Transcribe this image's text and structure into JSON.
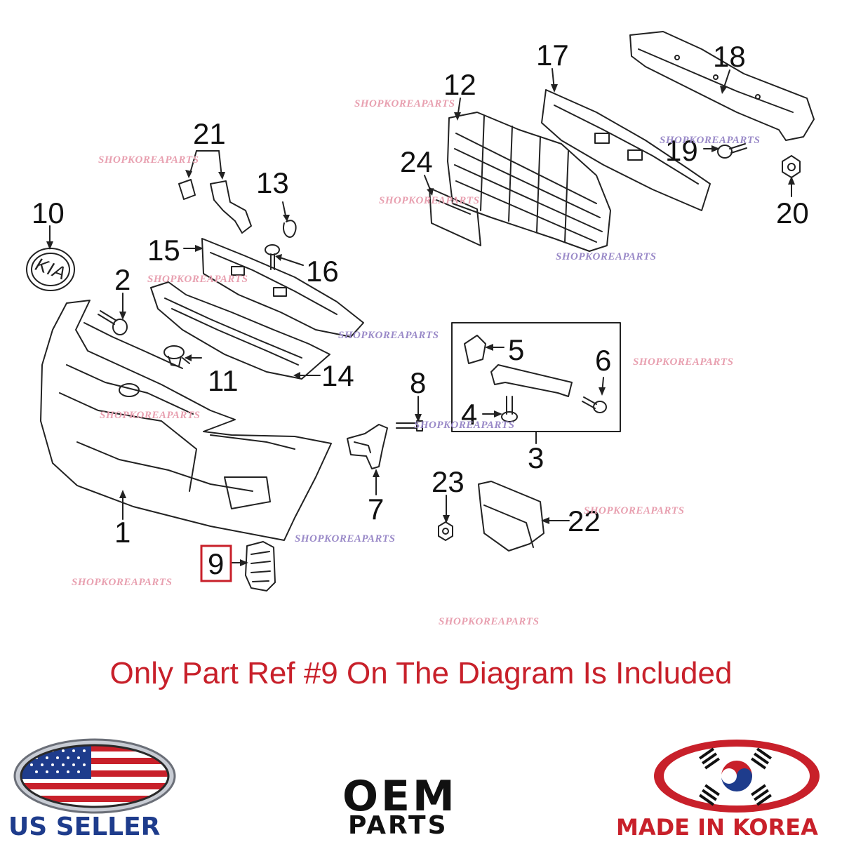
{
  "callouts": {
    "c1": "1",
    "c2": "2",
    "c3": "3",
    "c4": "4",
    "c5": "5",
    "c6": "6",
    "c7": "7",
    "c8": "8",
    "c9": "9",
    "c10": "10",
    "c11": "11",
    "c12": "12",
    "c13": "13",
    "c14": "14",
    "c15": "15",
    "c16": "16",
    "c17": "17",
    "c18": "18",
    "c19": "19",
    "c20": "20",
    "c21": "21",
    "c22": "22",
    "c23": "23",
    "c24": "24"
  },
  "watermark": "SHOPKOREAPARTS",
  "notice": "Only Part Ref #9 On The Diagram Is Included",
  "badges": {
    "us_seller": "US SELLER",
    "oem": "OEM",
    "parts": "PARTS",
    "made_in_korea": "MADE IN KOREA"
  },
  "emblem_text": "KIA",
  "colors": {
    "highlight": "#c8202a",
    "watermark_pink": "#e8a0b0",
    "watermark_purple": "#9a8ac8",
    "notice_red": "#c8202a"
  }
}
